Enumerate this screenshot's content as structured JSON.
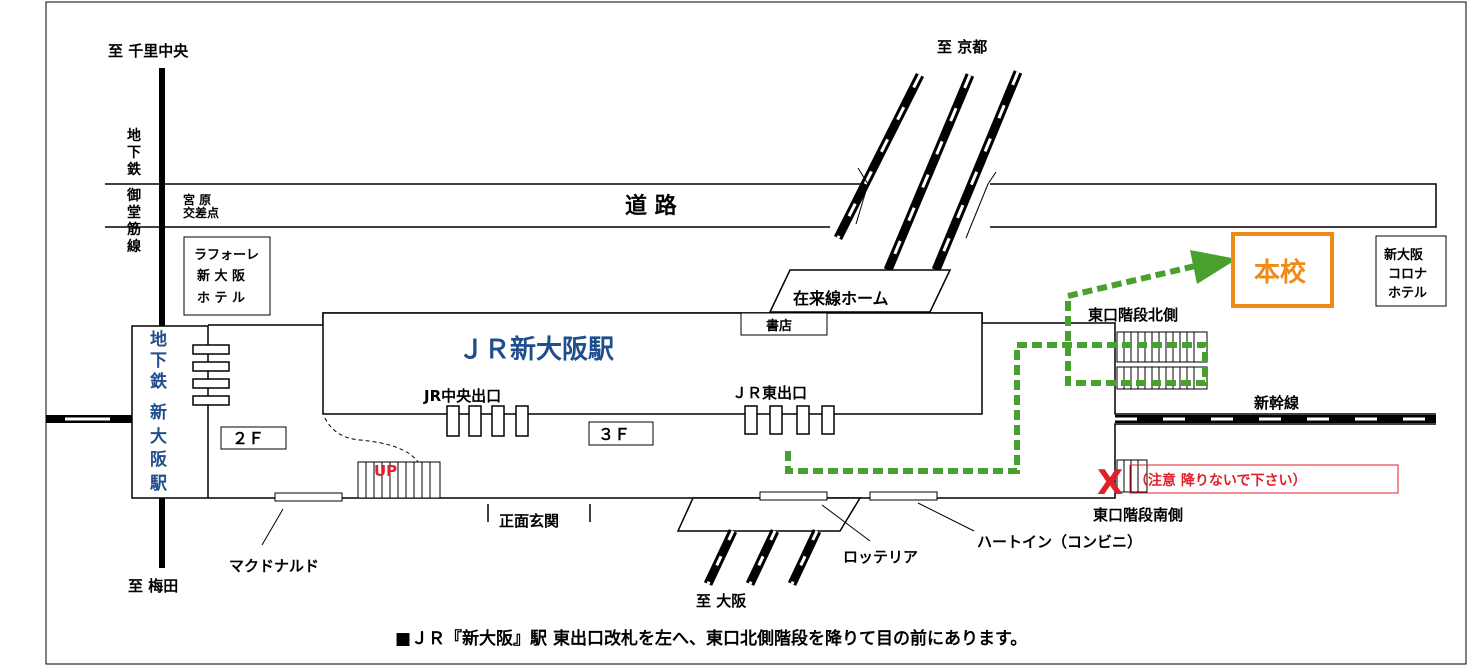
{
  "labels": {
    "to_senri_chuo": "至 千里中央",
    "to_kyoto": "至 京都",
    "to_umeda": "至 梅田",
    "to_osaka": "至 大阪",
    "subway_midosuji_v": [
      "地",
      "下",
      "鉄",
      "御",
      "堂",
      "筋",
      "線"
    ],
    "miyahara_line1": "宮 原",
    "miyahara_line2": "交差点",
    "road": "道 路",
    "laforet": [
      "ラフォーレ",
      "新 大 阪",
      "ホ テ ル"
    ],
    "zairaisen_home": "在来線ホーム",
    "bookstore": "書店",
    "jr_shin_osaka_station": "ＪＲ新大阪駅",
    "subway_shin_osaka_v": [
      "地",
      "下",
      "鉄",
      "新",
      "大",
      "阪",
      "駅"
    ],
    "jr_central_exit": "JR中央出口",
    "jr_east_exit": "ＪＲ東出口",
    "floor_2f": "２Ｆ",
    "floor_3f": "３Ｆ",
    "up": "UP",
    "main_entrance": "正面玄関",
    "mcdonalds": "マクドナルド",
    "lotteria": "ロッテリア",
    "heart_in": "ハートイン（コンビニ）",
    "east_stairs_north": "東口階段北側",
    "east_stairs_south": "東口階段南側",
    "shinkansen": "新幹線",
    "caution": "（注意 降りないで下さい）",
    "school": "本校",
    "corona_hotel": [
      "新大阪",
      "コロナ",
      "ホテル"
    ],
    "x_mark": "X",
    "footer": "■ＪＲ『新大阪』駅 東出口改札を左へ、東口北側階段を降りて目の前にあります。"
  },
  "colors": {
    "route": "#4aa02c",
    "school_box": "#ef8a16",
    "station_blue": "#1f4e8c",
    "caution_red": "#e0202a"
  }
}
